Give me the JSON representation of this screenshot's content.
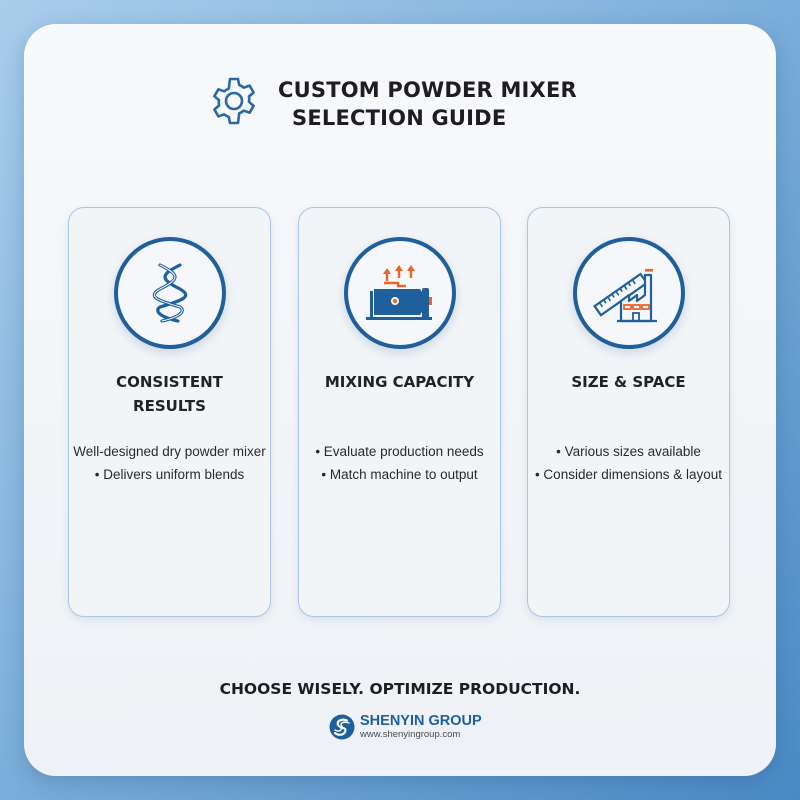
{
  "header": {
    "icon": "gear-icon",
    "title_line1": "CUSTOM POWDER MIXER",
    "title_line2": "SELECTION GUIDE"
  },
  "cards": [
    {
      "icon": "braided-helix-icon",
      "title_line1": "CONSISTENT",
      "title_line2": "RESULTS",
      "lines": [
        "Well-designed dry powder mixer",
        "• Delivers uniform blends"
      ]
    },
    {
      "icon": "mixer-machine-icon",
      "title_line1": "MIXING CAPACITY",
      "title_line2": "",
      "lines": [
        "• Evaluate production needs",
        "• Match machine to output"
      ]
    },
    {
      "icon": "ruler-factory-icon",
      "title_line1": "SIZE & SPACE",
      "title_line2": "",
      "lines": [
        "• Various sizes available",
        "• Consider dimensions & layout"
      ]
    }
  ],
  "footer": {
    "tagline": "CHOOSE WISELY. OPTIMIZE PRODUCTION.",
    "brand_name": "SHENYIN GROUP",
    "brand_url": "www.shenyingroup.com",
    "brand_icon": "shenyin-logo-icon"
  },
  "colors": {
    "primary_blue": "#1f5f9c",
    "accent_orange": "#e8662e",
    "text_dark": "#1e1e22",
    "card_border": "#a9c6e2"
  }
}
